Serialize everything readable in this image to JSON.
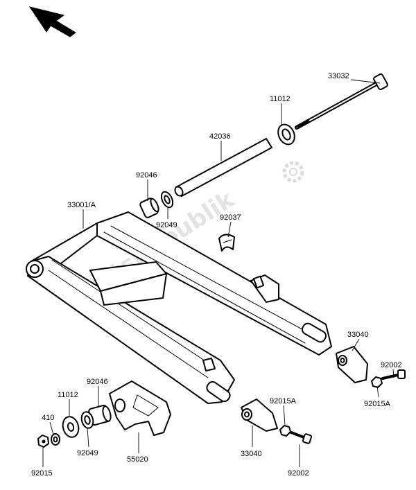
{
  "watermark": "PartsRepublik",
  "parts": [
    {
      "id": "p33032",
      "label": "33032"
    },
    {
      "id": "p11012a",
      "label": "11012"
    },
    {
      "id": "p42036",
      "label": "42036"
    },
    {
      "id": "p92046a",
      "label": "92046"
    },
    {
      "id": "p92049a",
      "label": "92049"
    },
    {
      "id": "p33001",
      "label": "33001/A"
    },
    {
      "id": "p92037",
      "label": "92037"
    },
    {
      "id": "p33040a",
      "label": "33040"
    },
    {
      "id": "p92002a",
      "label": "92002"
    },
    {
      "id": "p92015Aa",
      "label": "92015A"
    },
    {
      "id": "p92015Ab",
      "label": "92015A"
    },
    {
      "id": "p33040b",
      "label": "33040"
    },
    {
      "id": "p92002b",
      "label": "92002"
    },
    {
      "id": "p11012b",
      "label": "11012"
    },
    {
      "id": "p92046b",
      "label": "92046"
    },
    {
      "id": "p410",
      "label": "410"
    },
    {
      "id": "p92049b",
      "label": "92049"
    },
    {
      "id": "p55020",
      "label": "55020"
    },
    {
      "id": "p92015",
      "label": "92015"
    }
  ]
}
